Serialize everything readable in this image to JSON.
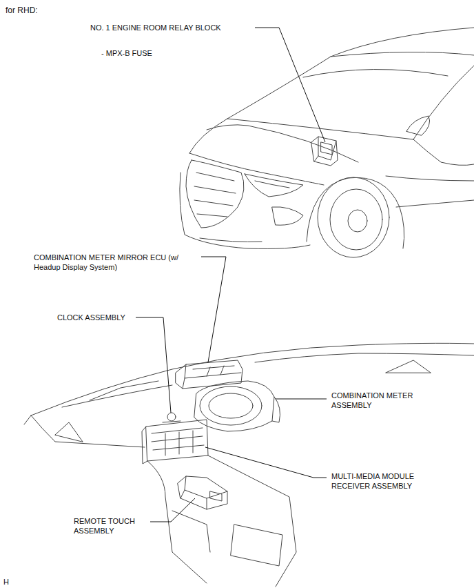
{
  "diagram": {
    "title": "for RHD:",
    "labels": [
      "NO. 1 ENGINE ROOM RELAY BLOCK",
      "- MPX-B FUSE",
      "COMBINATION METER MIRROR ECU (w/ Headup Display System)",
      "CLOCK ASSEMBLY",
      "COMBINATION METER ASSEMBLY",
      "MULTI-MEDIA MODULE RECEIVER ASSEMBLY",
      "REMOTE TOUCH ASSEMBLY",
      "H"
    ]
  }
}
